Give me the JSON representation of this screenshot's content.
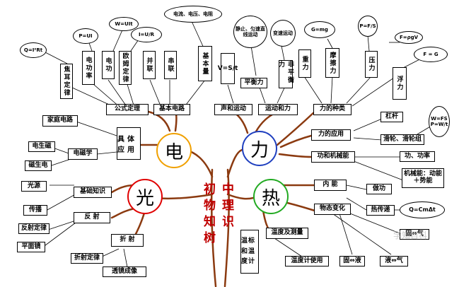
{
  "title": {
    "col1": "初物知树",
    "col2": "中理识"
  },
  "circles": {
    "electric": "电",
    "force": "力",
    "light": "光",
    "heat": "热"
  },
  "colors": {
    "electric": "#f0a000",
    "force": "#1f3fbf",
    "light": "#e00000",
    "heat": "#22aa22",
    "branch": "#8b3a10",
    "title": "#c00000"
  },
  "electric": {
    "formula": "公式定理",
    "circuit": "基本电路",
    "apply": "具体应用",
    "formula_items": [
      "焦耳定律",
      "电功率",
      "电功",
      "欧姆定律"
    ],
    "circuit_items": [
      "并联",
      "串联",
      "基本量"
    ],
    "home": "家庭电路",
    "magnet": "电磁学",
    "magnet_items": [
      "电生磁",
      "磁生电"
    ],
    "clouds": {
      "c1": "W=UIt",
      "c2": "P=UI",
      "c3": "Q=I²Rt",
      "c4": "I=U/R",
      "c5": "电流、电压、电阻"
    }
  },
  "force": {
    "sound": "声和运动",
    "motion": "运动和力",
    "kinds": "力的种类",
    "apply": "力的应用",
    "work": "功和机械能",
    "sound_item": "V=S/t",
    "motion_items": [
      "平衡力",
      "非平衡力"
    ],
    "kinds_items": [
      "重力",
      "摩擦力",
      "压力",
      "浮力"
    ],
    "apply_items": [
      "杠杆",
      "滑轮、滑轮组"
    ],
    "work_items": [
      "功、功率",
      "机械能：动能＋势能"
    ],
    "clouds": {
      "c1": "静止、匀速直线运动",
      "c2": "变速运动",
      "c3": "G=mg",
      "c4": "P=F/S",
      "c5": "F=ρgV",
      "c6": "F = G",
      "c7": "W=FS P=W/t"
    }
  },
  "light": {
    "basic": "基础知识",
    "reflect": "反 射",
    "refract": "折 射",
    "basic_items": [
      "光源",
      "传播"
    ],
    "reflect_items": [
      "反射定律",
      "平面镜"
    ],
    "refract_items": [
      "折射定律",
      "透镜成像"
    ]
  },
  "heat": {
    "inner": "内 能",
    "state": "物态变化",
    "temp": "温度及测量",
    "temp_items": [
      "温标和温度计",
      "温度计使用"
    ],
    "inner_items": [
      "做功",
      "热传递"
    ],
    "state_items": [
      "固⇔液",
      "液⇔气",
      "固⇔气"
    ],
    "cloud": "Q=CmΔt"
  },
  "watermark": "学知百科"
}
